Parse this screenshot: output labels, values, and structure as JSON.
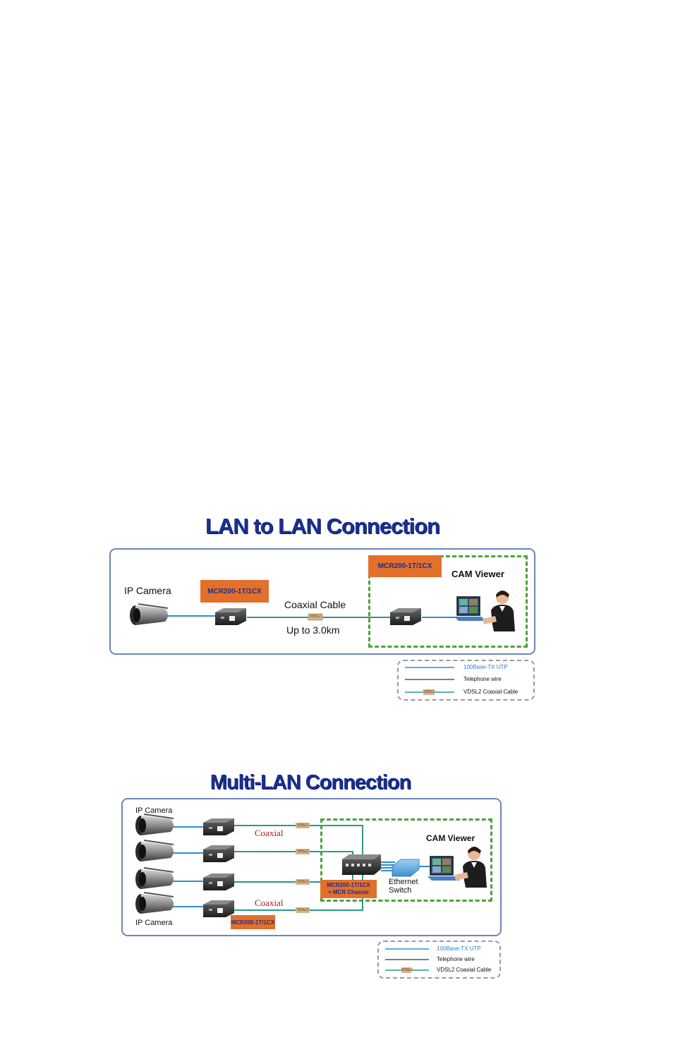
{
  "diagram1": {
    "title": "LAN to LAN Connection",
    "ip_camera_label": "IP Camera",
    "converter_tag_left": "MCR200-1T/1CX",
    "converter_tag_right": "MCR200-1T/1CX",
    "cam_viewer_label": "CAM Viewer",
    "cable_label": "Coaxial Cable",
    "distance_label": "Up to 3.0km",
    "vdsl_tag": "VDSL2"
  },
  "diagram2": {
    "title": "Multi-LAN Connection",
    "ip_camera_top_label": "IP Camera",
    "ip_camera_bottom_label": "IP Camera",
    "coaxial_top_label": "Coaxial",
    "coaxial_bottom_label": "Coaxial",
    "vdsl_tag": "VDSL2",
    "converter_tag": "MCR200-1T/1CX",
    "chassis_tag_line1": "MCR200-1T/1CX",
    "chassis_tag_line2": "+ MCR  Chassis",
    "cam_viewer_label": "CAM Viewer",
    "switch_label_line1": "Ethernet",
    "switch_label_line2": "Switch"
  },
  "legend": {
    "utp": "100Base-TX UTP",
    "telephone": "Telephone wire",
    "vdsl2": "VDSL2 Coaxial Cable",
    "vdsl_tag": "VDSL2"
  },
  "colors": {
    "title": "#1a2f8f",
    "tag_orange": "#e2702a",
    "utp_blue": "#2b8fd6",
    "coax_teal": "#2a9a8a",
    "dashed_green": "#4aa33a",
    "frame_blue": "#6d86b3"
  }
}
